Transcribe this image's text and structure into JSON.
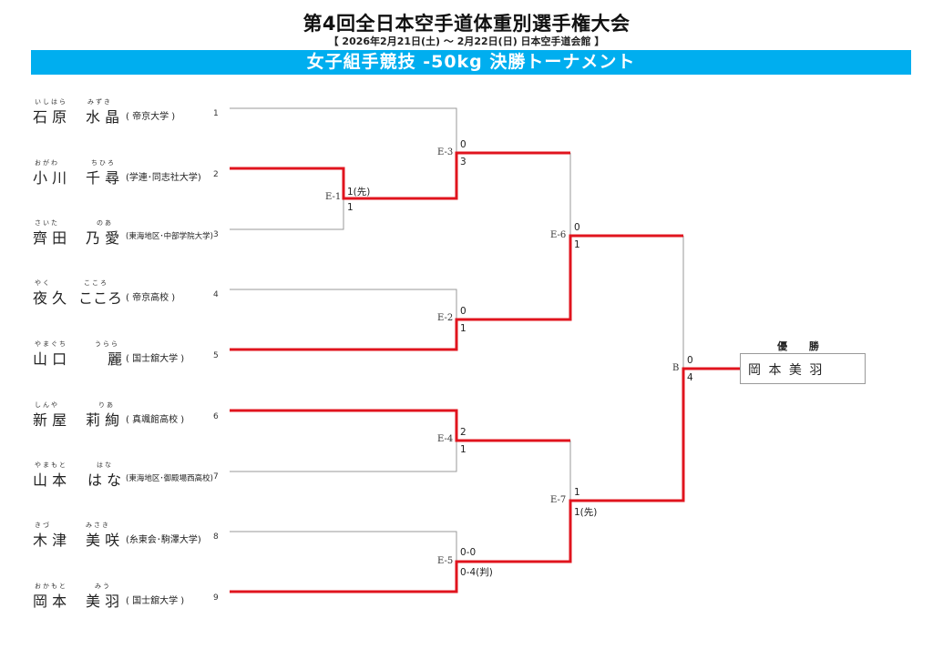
{
  "header": {
    "title": "第4回全日本空手道体重別選手権大会",
    "subtitle": "【 2026年2月21日(土) ～ 2月22日(日)  日本空手道会館 】",
    "banner": "女子組手競技 -50kg 決勝トーナメント"
  },
  "colors": {
    "banner": "#00aeef",
    "winner_line": "#e0141e",
    "loser_line": "#9a9a9a"
  },
  "entries": [
    {
      "seed": "1",
      "surname": "石 原",
      "given": "水 晶",
      "surname_ruby": "いしはら",
      "given_ruby": "みずき",
      "affiliation": "(  帝京大学   )"
    },
    {
      "seed": "2",
      "surname": "小 川",
      "given": "千 尋",
      "surname_ruby": "おがわ",
      "given_ruby": "ちひろ",
      "affiliation": "(学連･同志社大学)"
    },
    {
      "seed": "3",
      "surname": "齊 田",
      "given": "乃 愛",
      "surname_ruby": "さいた",
      "given_ruby": "のあ",
      "affiliation": "(東海地区･中部学院大学)"
    },
    {
      "seed": "4",
      "surname": "夜 久",
      "given": "こころ",
      "surname_ruby": "やく",
      "given_ruby": "こころ",
      "affiliation": "(  帝京高校   )"
    },
    {
      "seed": "5",
      "surname": "山 口",
      "given": "麗",
      "surname_ruby": "やまぐち",
      "given_ruby": "うらら",
      "affiliation": "( 国士舘大学 )"
    },
    {
      "seed": "6",
      "surname": "新 屋",
      "given": "莉 絢",
      "surname_ruby": "しんや",
      "given_ruby": "りあ",
      "affiliation": "( 真颯館高校 )"
    },
    {
      "seed": "7",
      "surname": "山 本",
      "given": "は な",
      "surname_ruby": "やまもと",
      "given_ruby": "はな",
      "affiliation": "(東海地区･御殿場西高校)"
    },
    {
      "seed": "8",
      "surname": "木 津",
      "given": "美 咲",
      "surname_ruby": "きづ",
      "given_ruby": "みさき",
      "affiliation": "(糸東会･駒澤大学)"
    },
    {
      "seed": "9",
      "surname": "岡 本",
      "given": "美 羽",
      "surname_ruby": "おかもと",
      "given_ruby": "みう",
      "affiliation": "( 国士舘大学 )"
    }
  ],
  "matches": [
    {
      "id": "E-1",
      "top_score": "1(先)",
      "bottom_score": "1"
    },
    {
      "id": "E-2",
      "top_score": "0",
      "bottom_score": "1"
    },
    {
      "id": "E-3",
      "top_score": "0",
      "bottom_score": "3"
    },
    {
      "id": "E-4",
      "top_score": "2",
      "bottom_score": "1"
    },
    {
      "id": "E-5",
      "top_score": "0-0",
      "bottom_score": "0-4(判)"
    },
    {
      "id": "E-6",
      "top_score": "0",
      "bottom_score": "1"
    },
    {
      "id": "E-7",
      "top_score": "1",
      "bottom_score": "1(先)"
    },
    {
      "id": "B",
      "top_score": "0",
      "bottom_score": "4"
    }
  ],
  "champion": {
    "label": "優 勝",
    "name": "岡 本   美 羽"
  }
}
